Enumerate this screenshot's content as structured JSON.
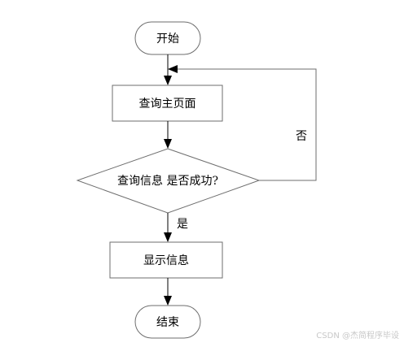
{
  "diagram": {
    "nodes": {
      "start": "开始",
      "query_home": "查询主页面",
      "decision": "查询信息 是否成功?",
      "show_info": "显示信息",
      "end": "结束"
    },
    "edges": {
      "no_label": "否",
      "yes_label": "是"
    }
  },
  "watermark": "CSDN @杰简程序毕设",
  "colors": {
    "stroke": "#6e6e6e",
    "arrow": "#000000",
    "text": "#000000",
    "background": "#ffffff"
  }
}
